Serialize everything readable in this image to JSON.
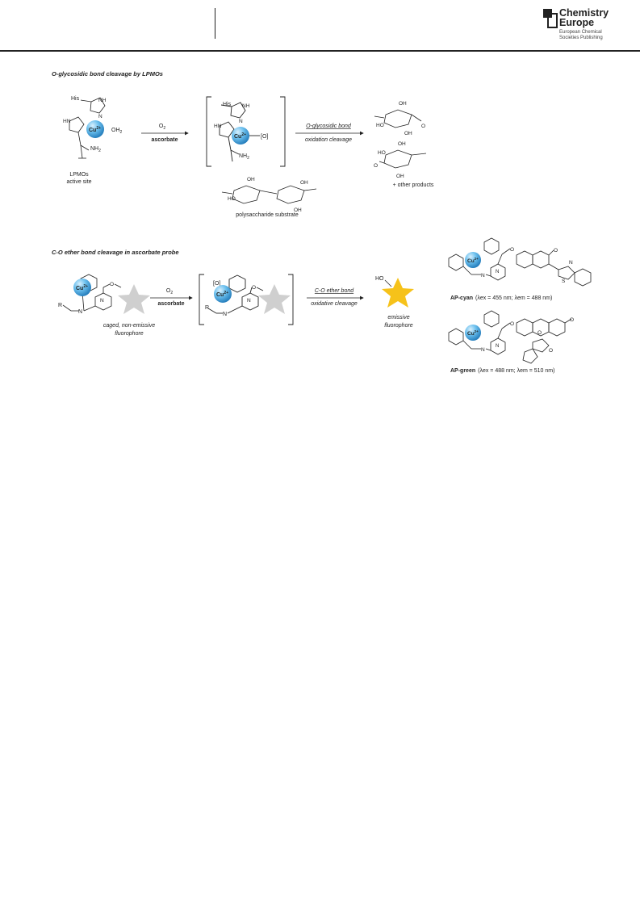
{
  "header": {
    "logo_title_line1": "Chemistry",
    "logo_title_line2": "Europe",
    "logo_sub_line1": "European Chemical",
    "logo_sub_line2": "Societies Publishing"
  },
  "scheme_top": {
    "title": "O-glycosidic bond cleavage by LPMOs",
    "his_label": "His",
    "nh_label": "NH",
    "n_label": "N",
    "hn_label": "HN",
    "cu_label": "Cu",
    "cu_charge": "2+",
    "oh2_label": "OH",
    "oh2_sub": "2",
    "nh2_label": "NH",
    "nh2_sub": "2",
    "site_label_line1": "LPMOs",
    "site_label_line2": "active site",
    "reagent1": "O",
    "reagent1_sub": "2",
    "reagent2": "ascorbate",
    "oxo_label": "[O]",
    "step_label_line1": "O-glycosidic bond",
    "step_label_line2": "oxidation cleavage",
    "substrate_label": "polysaccharide substrate",
    "other_products": "+ other products",
    "oh": "OH",
    "ho": "HO",
    "o": "O"
  },
  "scheme_bottom": {
    "title": "C-O ether bond cleavage in ascorbate probe",
    "r_label": "R",
    "n_label": "N",
    "cu_label": "Cu",
    "cu_charge": "2+",
    "o_label": "O",
    "oxo_label": "[O]",
    "reagent1": "O",
    "reagent1_sub": "2",
    "reagent2": "ascorbate",
    "caged_line1": "caged, non-emissive",
    "caged_line2": "fluorophore",
    "step_label_line1": "C-O ether bond",
    "step_label_line2": "oxidative cleavage",
    "ho_label": "HO",
    "emissive_line1": "emissive",
    "emissive_line2": "fluorophore",
    "s_label": "S",
    "ap_cyan_name": "AP-cyan",
    "ap_cyan_props": "(λex = 455 nm; λem = 488 nm)",
    "ap_green_name": "AP-green",
    "ap_green_props": "(λex = 488 nm; λem = 510 nm)"
  },
  "colors": {
    "cu_ion": "#3d9ad6",
    "cu_ion_light": "#9fd3f2",
    "caged_star": "#cfcfcf",
    "emissive_star": "#f6c21a",
    "ink": "#222222"
  }
}
